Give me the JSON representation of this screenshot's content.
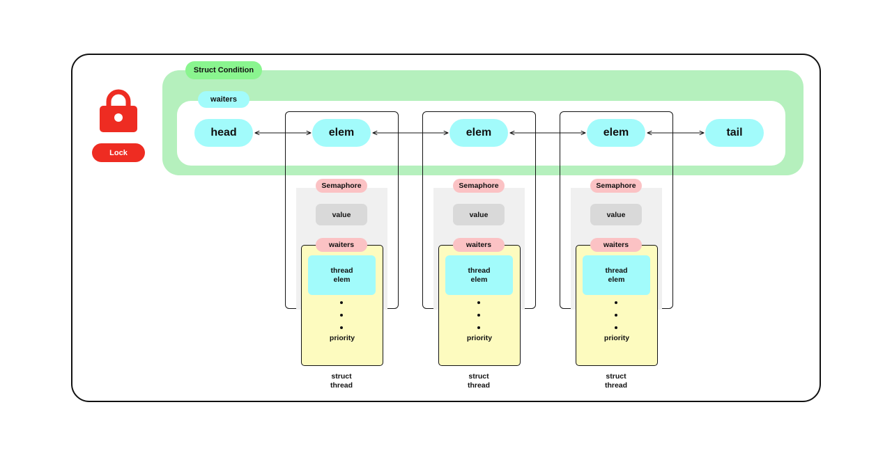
{
  "lock": {
    "icon": "lock-icon",
    "label": "Lock",
    "color": "#ee2c22"
  },
  "condition": {
    "tag": "Struct Condition",
    "waiters_tag": "waiters"
  },
  "list": {
    "head": "head",
    "tail": "tail",
    "elem": "elem"
  },
  "semaphores": [
    {
      "tag": "Semaphore",
      "value": "value",
      "waiters": "waiters",
      "thread_line1": "thread",
      "thread_line2": "elem",
      "priority": "priority",
      "caption_line1": "struct",
      "caption_line2": "thread"
    },
    {
      "tag": "Semaphore",
      "value": "value",
      "waiters": "waiters",
      "thread_line1": "thread",
      "thread_line2": "elem",
      "priority": "priority",
      "caption_line1": "struct",
      "caption_line2": "thread"
    },
    {
      "tag": "Semaphore",
      "value": "value",
      "waiters": "waiters",
      "thread_line1": "thread",
      "thread_line2": "elem",
      "priority": "priority",
      "caption_line1": "struct",
      "caption_line2": "thread"
    }
  ],
  "colors": {
    "condition_panel": "#b5f0bd",
    "condition_tag": "#8af58f",
    "node": "#a2fbfb",
    "semaphore_tag": "#fbc2c4",
    "thread_card": "#fdfbbf",
    "value_box": "#d9d9d9"
  }
}
